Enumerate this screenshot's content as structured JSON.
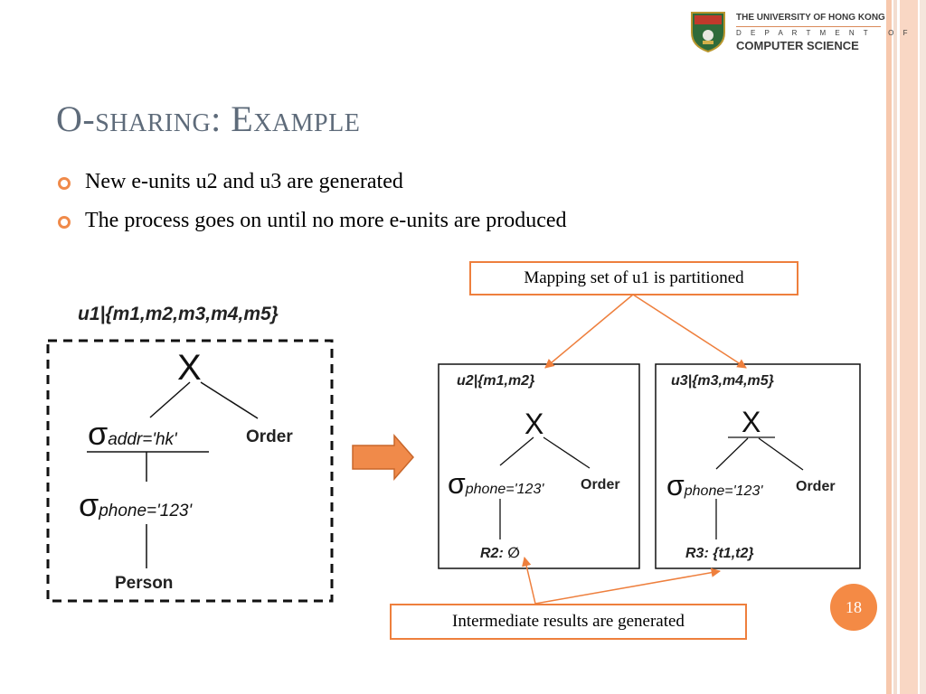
{
  "header": {
    "university_line": "THE UNIVERSITY OF HONG KONG",
    "department_line": "D E P A R T M E N T   O F",
    "faculty_line": "COMPUTER SCIENCE"
  },
  "title": "O-sharing: Example",
  "bullets": [
    "New e-units u2 and u3 are generated",
    "The process goes on until no more e-units are produced"
  ],
  "callouts": {
    "mapping": "Mapping set of u1 is partitioned",
    "results": "Intermediate results are generated"
  },
  "diagram": {
    "left": {
      "unit_label": "u1",
      "mapping_set": "{m1,m2,m3,m4,m5}",
      "join_symbol": "X",
      "sigma": "σ",
      "select_addr": "addr='hk'",
      "select_phone": "phone='123'",
      "order": "Order",
      "person": "Person"
    },
    "u2": {
      "unit_label": "u2",
      "mapping_set": "{m1,m2}",
      "join_symbol": "X",
      "sigma": "σ",
      "select_phone": "phone='123'",
      "order": "Order",
      "result_label": "R2",
      "result_value": "∅"
    },
    "u3": {
      "unit_label": "u3",
      "mapping_set": "{m3,m4,m5}",
      "join_symbol": "X",
      "sigma": "σ",
      "select_phone": "phone='123'",
      "order": "Order",
      "result_label": "R3",
      "result_value": "{t1,t2}"
    }
  },
  "page_number": "18",
  "colors": {
    "accent": "#ee7f3d",
    "title": "#5e6b7a",
    "arrow_fill": "#f08a4a"
  }
}
